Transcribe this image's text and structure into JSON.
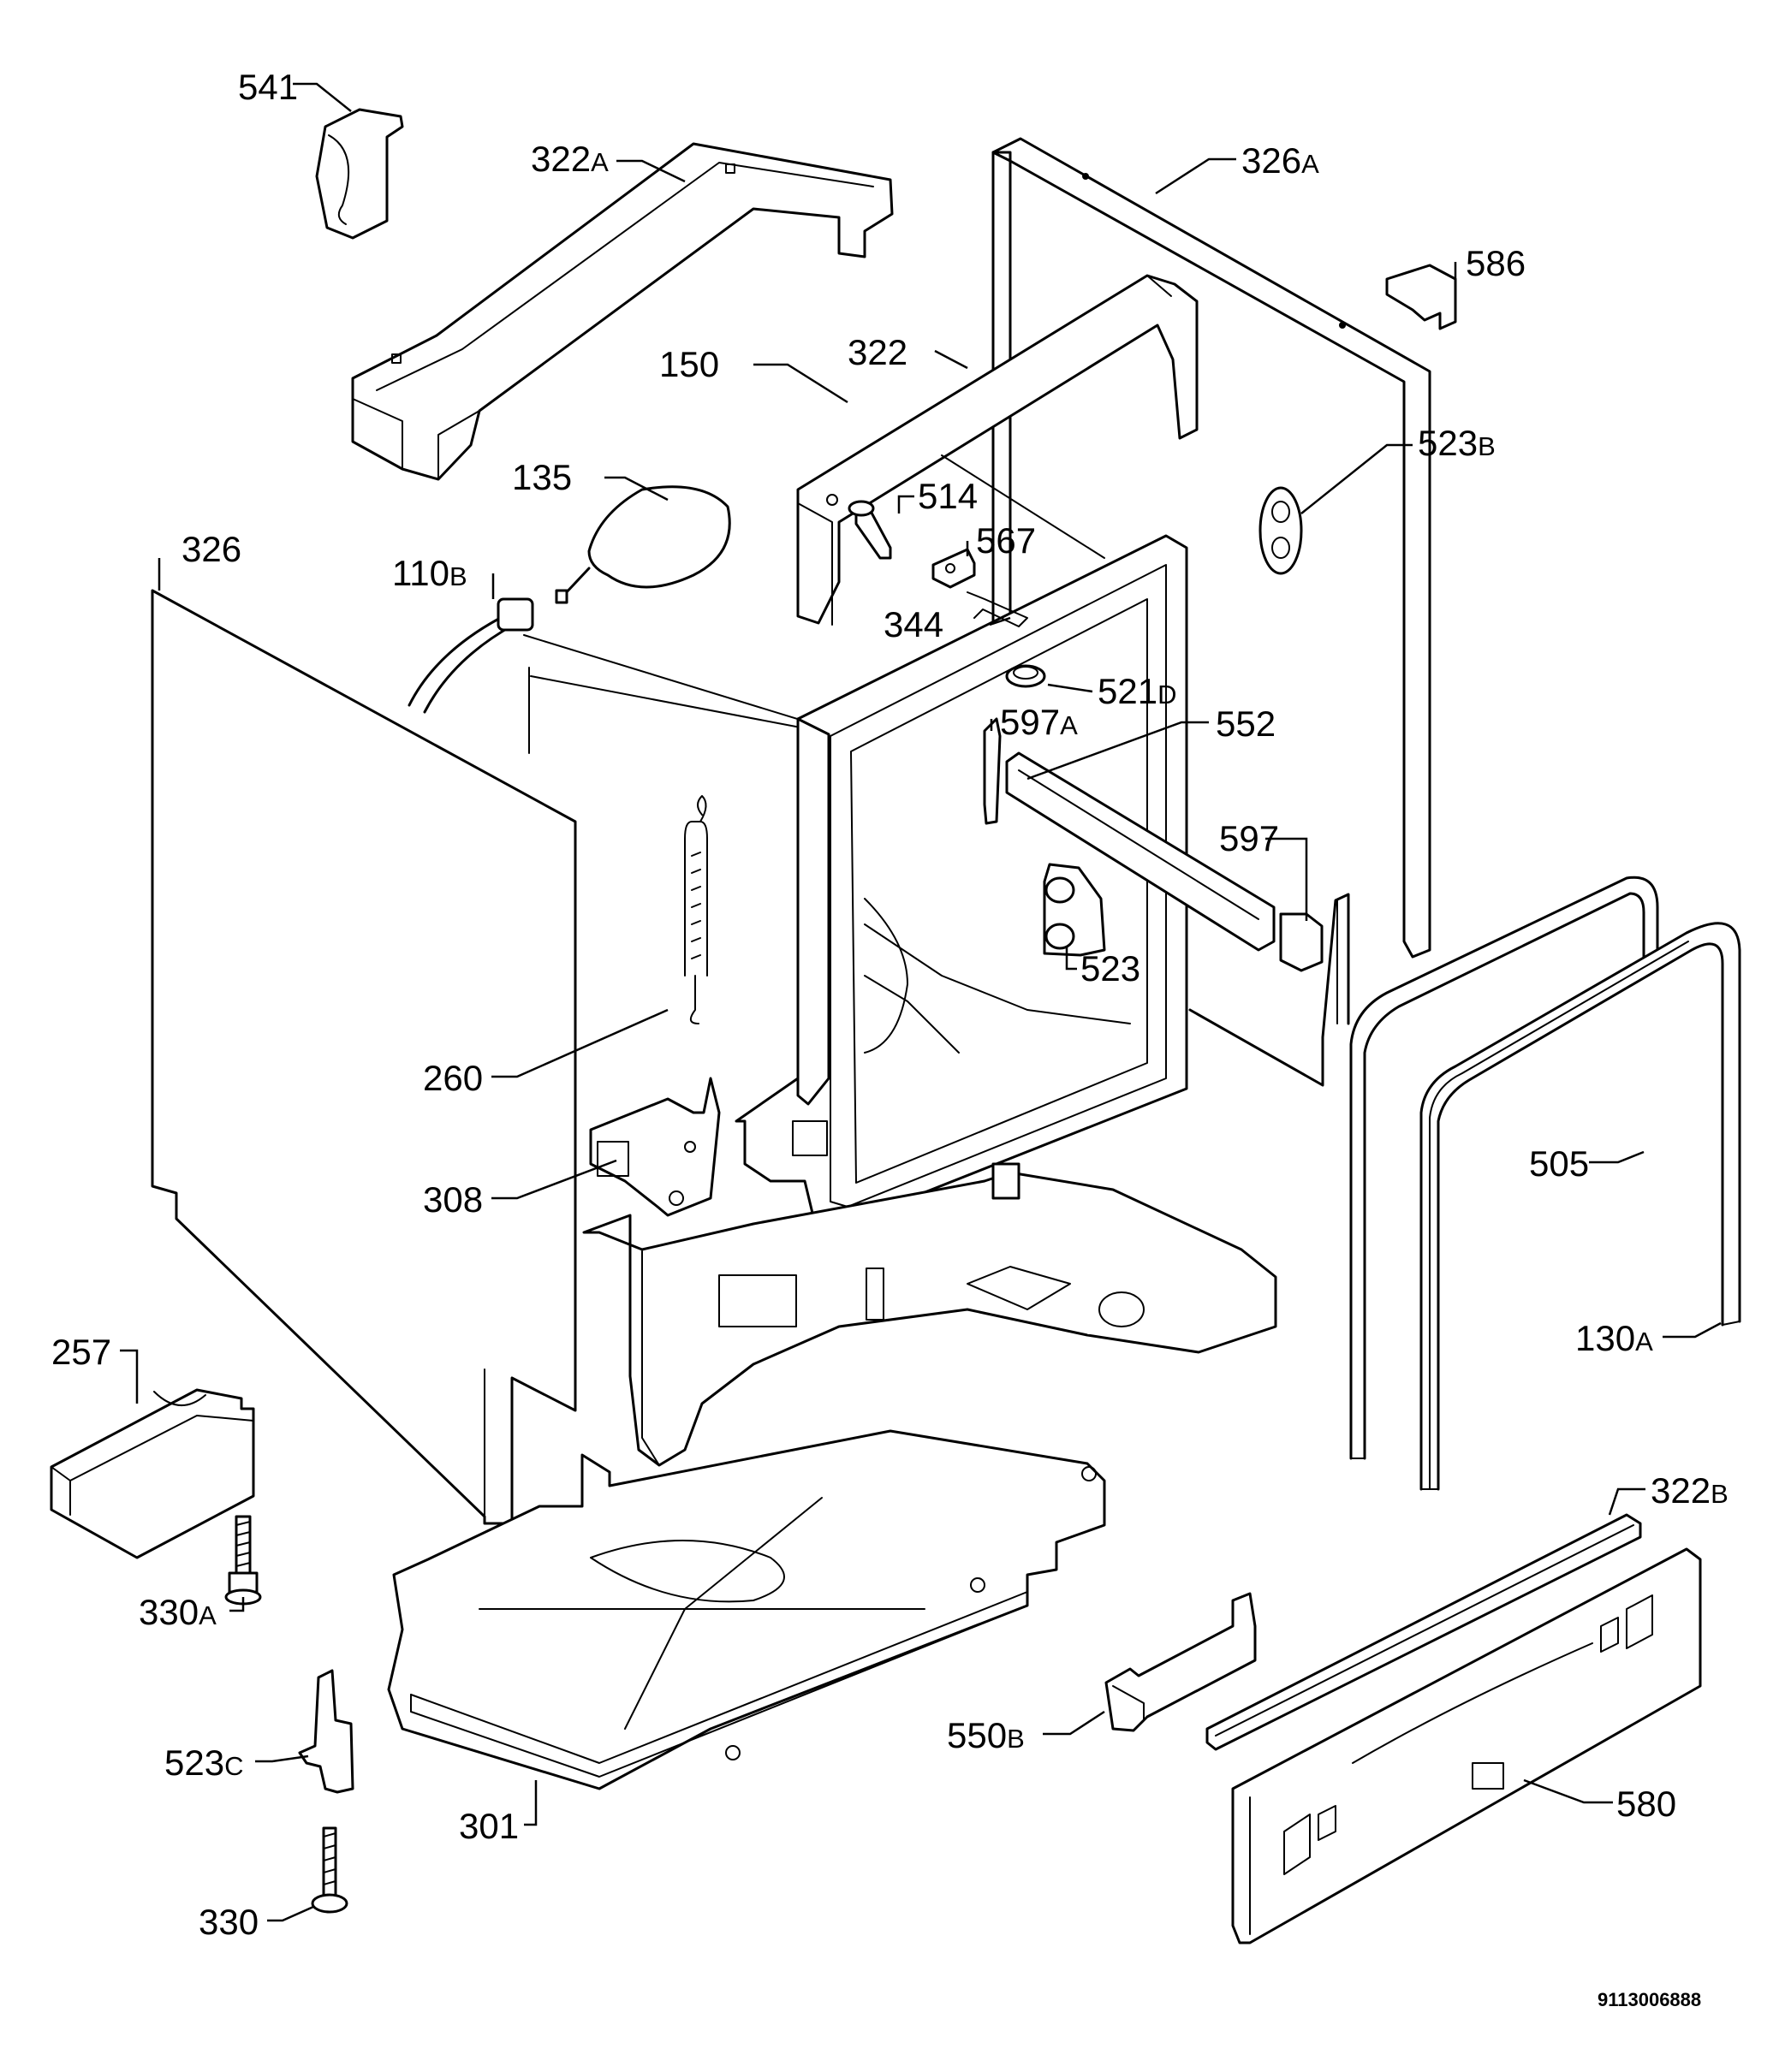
{
  "callouts": {
    "c541": {
      "num": "541",
      "suffix": ""
    },
    "c322A": {
      "num": "322",
      "suffix": "A"
    },
    "c326A": {
      "num": "326",
      "suffix": "A"
    },
    "c586": {
      "num": "586",
      "suffix": ""
    },
    "c150": {
      "num": "150",
      "suffix": ""
    },
    "c322": {
      "num": "322",
      "suffix": ""
    },
    "c523B": {
      "num": "523",
      "suffix": "B"
    },
    "c135": {
      "num": "135",
      "suffix": ""
    },
    "c514": {
      "num": "514",
      "suffix": ""
    },
    "c567": {
      "num": "567",
      "suffix": ""
    },
    "c326": {
      "num": "326",
      "suffix": ""
    },
    "c110B": {
      "num": "110",
      "suffix": "B"
    },
    "c344": {
      "num": "344",
      "suffix": ""
    },
    "c521D": {
      "num": "521",
      "suffix": "D"
    },
    "c597A": {
      "num": "597",
      "suffix": "A"
    },
    "c552": {
      "num": "552",
      "suffix": ""
    },
    "c597": {
      "num": "597",
      "suffix": ""
    },
    "c523": {
      "num": "523",
      "suffix": ""
    },
    "c260": {
      "num": "260",
      "suffix": ""
    },
    "c505": {
      "num": "505",
      "suffix": ""
    },
    "c308": {
      "num": "308",
      "suffix": ""
    },
    "c130A": {
      "num": "130",
      "suffix": "A"
    },
    "c257": {
      "num": "257",
      "suffix": ""
    },
    "c322B": {
      "num": "322",
      "suffix": "B"
    },
    "c330A": {
      "num": "330",
      "suffix": "A"
    },
    "c550B": {
      "num": "550",
      "suffix": "B"
    },
    "c580": {
      "num": "580",
      "suffix": ""
    },
    "c523C": {
      "num": "523",
      "suffix": "C"
    },
    "c301": {
      "num": "301",
      "suffix": ""
    },
    "c330": {
      "num": "330",
      "suffix": ""
    }
  },
  "drawing_code": "9113006888"
}
